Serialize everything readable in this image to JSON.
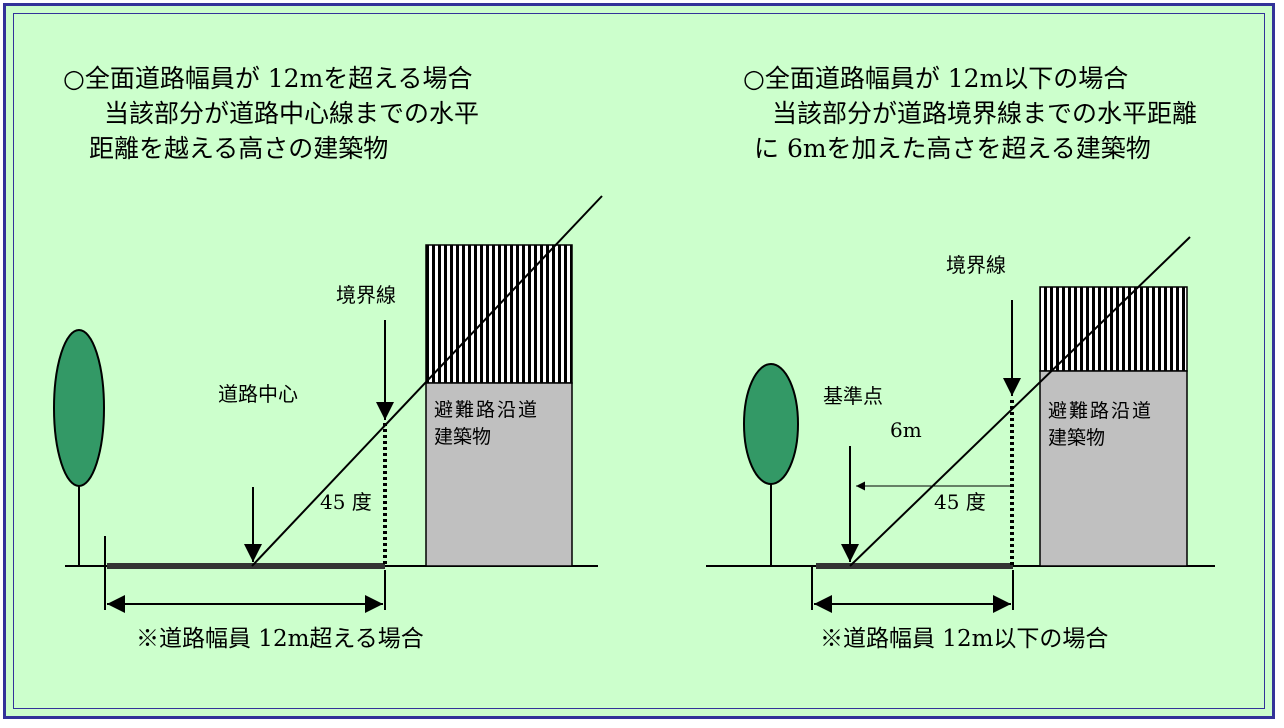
{
  "left_panel": {
    "heading_line1": "○全面道路幅員が 12mを超える場合",
    "heading_line2": "当該部分が道路中心線までの水平",
    "heading_line3": "距離を越える高さの建築物",
    "boundary_label": "境界線",
    "road_center_label": "道路中心",
    "angle_label": "45 度",
    "building_label_line1": "避難路沿道",
    "building_label_line2": "建築物",
    "caption": "※道路幅員 12m超える場合"
  },
  "right_panel": {
    "heading_line1": "○全面道路幅員が 12m以下の場合",
    "heading_line2": "当該部分が道路境界線までの水平距離",
    "heading_line3": "に 6mを加えた高さを超える建築物",
    "boundary_label": "境界線",
    "reference_point_label": "基準点",
    "offset_label": "6m",
    "angle_label": "45 度",
    "building_label_line1": "避難路沿道",
    "building_label_line2": "建築物",
    "caption": "※道路幅員 12m以下の場合"
  },
  "colors": {
    "background": "#ccffcc",
    "border": "#333399",
    "tree": "#339966",
    "building": "#c0c0c0",
    "road": "#333333"
  }
}
